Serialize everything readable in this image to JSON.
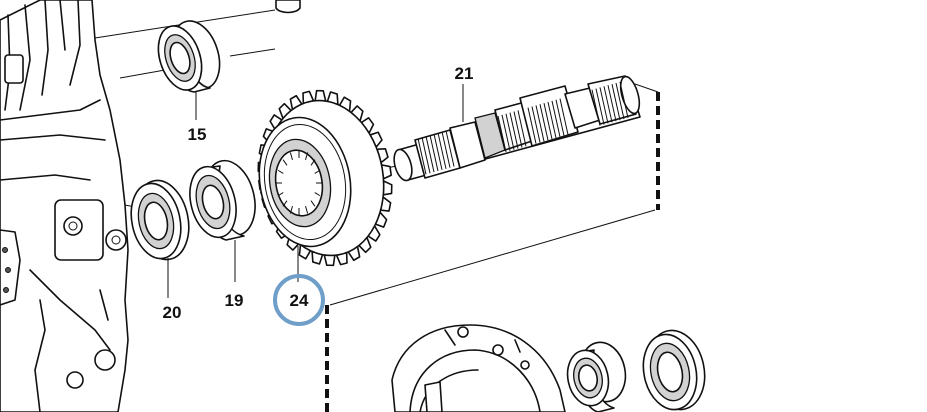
{
  "callouts": [
    {
      "id": "15",
      "label": "15",
      "part": "bearing-top"
    },
    {
      "id": "21",
      "label": "21",
      "part": "shaft"
    },
    {
      "id": "20",
      "label": "20",
      "part": "seal-ring"
    },
    {
      "id": "19",
      "label": "19",
      "part": "bearing"
    },
    {
      "id": "24",
      "label": "24",
      "part": "gear",
      "highlighted": true
    }
  ],
  "colors": {
    "line": "#111111",
    "highlight": "#6f9ec9",
    "shade": "#d2d2d2"
  }
}
